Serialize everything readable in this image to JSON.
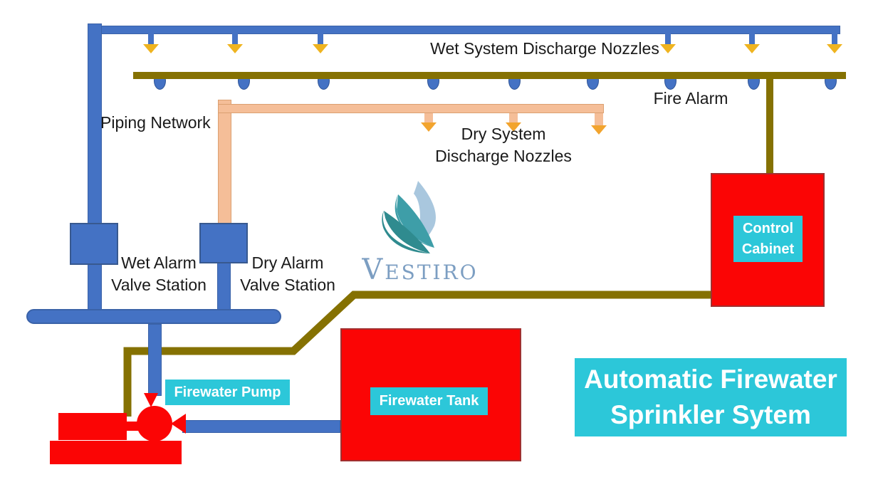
{
  "title": {
    "line1": "Automatic Firewater",
    "line2": "Sprinkler Sytem"
  },
  "logo": {
    "text": "VESTIRO"
  },
  "labels": {
    "piping_network": "Piping Network",
    "wet_system_nozzles": "Wet System Discharge Nozzles",
    "fire_alarm": "Fire Alarm",
    "dry_system_nozzles": {
      "line1": "Dry System",
      "line2": "Discharge Nozzles"
    },
    "wet_valve_station": {
      "line1": "Wet Alarm",
      "line2": "Valve Station"
    },
    "dry_valve_station": {
      "line1": "Dry Alarm",
      "line2": "Valve Station"
    },
    "control_cabinet": {
      "line1": "Control",
      "line2": "Cabinet"
    },
    "firewater_pump": "Firewater Pump",
    "firewater_tank": "Firewater Tank"
  },
  "counts": {
    "wet_discharge_nozzles": 6,
    "dry_discharge_nozzles": 3,
    "fire_alarm_bells": 9
  },
  "colors": {
    "pipe_blue": "#4472C4",
    "fire_alarm_olive": "#857102",
    "dry_pipe_peach": "#F5BE98",
    "wet_nozzle_gold": "#EFB420",
    "dry_nozzle_orange": "#F2A42E",
    "equipment_red": "#FB0505",
    "label_cyan": "#2CC7D9",
    "logo_leaf_dark_teal": "#2F8B8F",
    "logo_leaf_teal": "#3E9EA8",
    "logo_leaf_light_blue": "#A9C7DE",
    "logo_text_blue": "#7C9EC2",
    "diagram_text": "#1A1A1A"
  }
}
